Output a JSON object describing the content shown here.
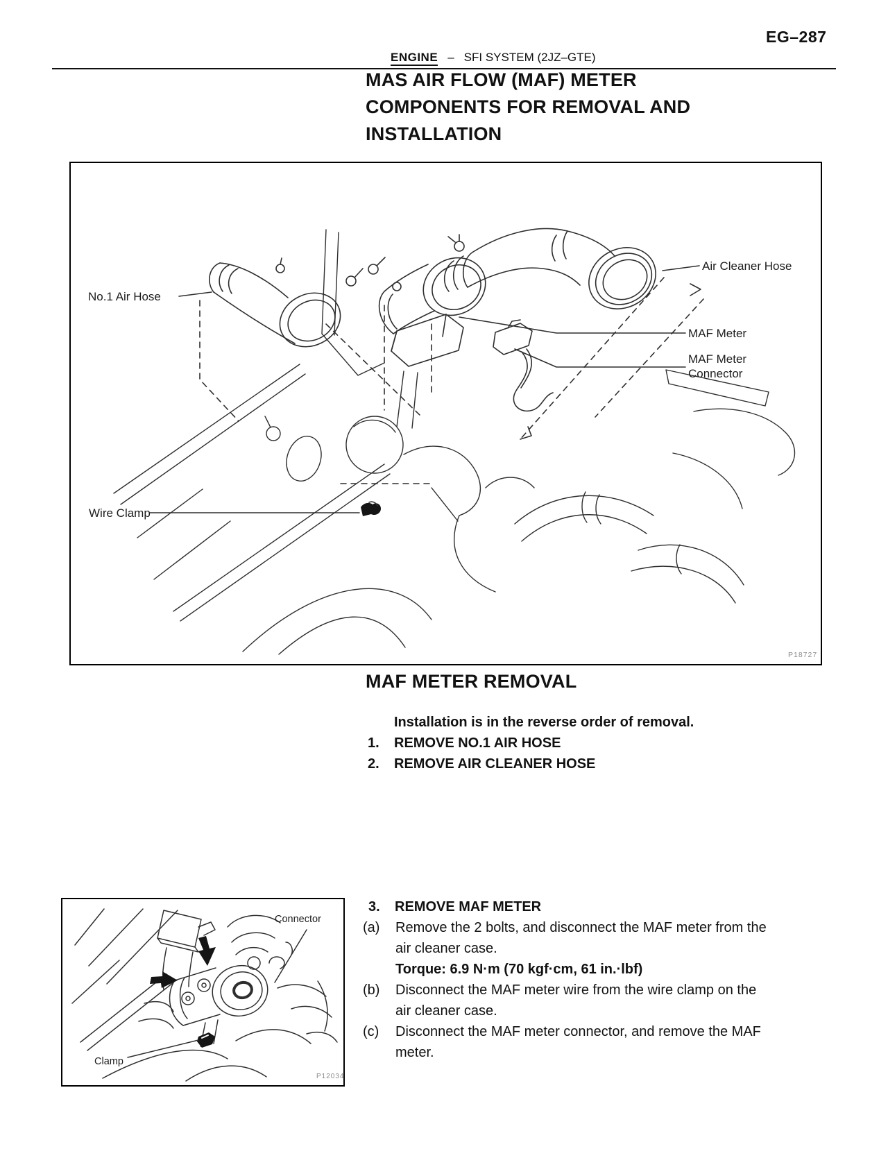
{
  "page": {
    "page_number": "EG–287",
    "running_head": {
      "left": "ENGINE",
      "dash": "–",
      "right": "SFI SYSTEM (2JZ–GTE)"
    },
    "title_lines": [
      "MAS AIR FLOW (MAF) METER",
      "COMPONENTS FOR REMOVAL AND",
      "INSTALLATION"
    ]
  },
  "main_figure": {
    "labels": {
      "no1_air_hose": "No.1 Air Hose",
      "air_cleaner_hose": "Air Cleaner Hose",
      "maf_meter": "MAF Meter",
      "maf_connector_line1": "MAF Meter",
      "maf_connector_line2": "Connector",
      "wire_clamp": "Wire Clamp"
    },
    "figure_code": "P18727"
  },
  "section": {
    "heading": "MAF METER REMOVAL",
    "intro": "Installation is in the reverse order of removal.",
    "steps": [
      {
        "num": "1.",
        "text": "REMOVE NO.1 AIR HOSE"
      },
      {
        "num": "2.",
        "text": "REMOVE AIR CLEANER HOSE"
      }
    ]
  },
  "step3": {
    "lines": [
      {
        "label": "3.",
        "text": "REMOVE MAF METER"
      },
      {
        "label": "(a)",
        "text": "Remove the 2 bolts, and disconnect the MAF meter from the"
      },
      {
        "label": "",
        "text": "air cleaner case."
      },
      {
        "label": "",
        "text": "Torque: 6.9 N·m (70 kgf·cm, 61 in.·lbf)"
      },
      {
        "label": "(b)",
        "text": "Disconnect the MAF meter wire from the wire clamp on the"
      },
      {
        "label": "",
        "text": "air cleaner case."
      },
      {
        "label": "(c)",
        "text": "Disconnect the MAF meter connector, and remove the MAF"
      },
      {
        "label": "",
        "text": "meter."
      }
    ]
  },
  "small_figure": {
    "labels": {
      "connector": "Connector",
      "clamp": "Clamp"
    },
    "figure_code": "P12034"
  },
  "colors": {
    "ink": "#111111",
    "line": "#2e2e2e",
    "code_gray": "#8b8b8b"
  }
}
